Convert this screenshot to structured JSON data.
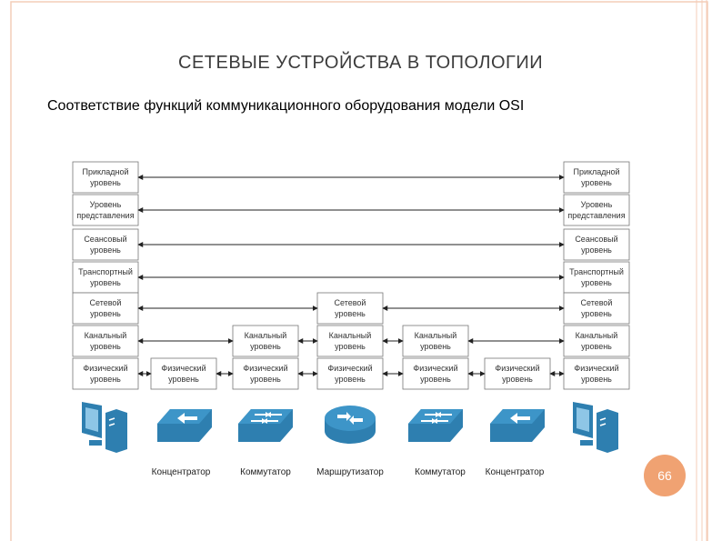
{
  "title": "Сетевые устройства в топологии",
  "subtitle": "Соответствие функций коммуникационного оборудования модели OSI",
  "page_number": "66",
  "colors": {
    "border": "#f4cdb8",
    "accent": "#f0a272",
    "device": "#2e7fb0"
  },
  "osi_layers": [
    [
      "Прикладной",
      "уровень"
    ],
    [
      "Уровень",
      "представления"
    ],
    [
      "Сеансовый",
      "уровень"
    ],
    [
      "Транспортный",
      "уровень"
    ],
    [
      "Сетевой",
      "уровень"
    ],
    [
      "Канальный",
      "уровень"
    ],
    [
      "Физический",
      "уровень"
    ]
  ],
  "devices": [
    "Концентратор",
    "Коммутатор",
    "Маршрутизатор",
    "Коммутатор",
    "Концентратор"
  ],
  "icons": [
    "computer-icon",
    "hub-icon",
    "switch-icon",
    "router-icon",
    "switch-icon",
    "hub-icon",
    "computer-icon"
  ]
}
